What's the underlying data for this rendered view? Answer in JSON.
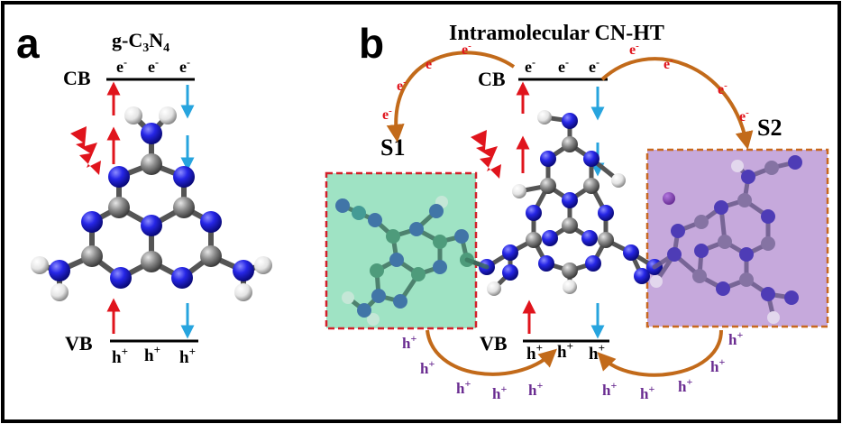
{
  "colors": {
    "border": "#000000",
    "electron": "#e0141c",
    "hole": "#6a2c91",
    "up_arrow": "#e0141c",
    "down_arrow": "#27a4de",
    "curve_arrow": "#c26a1a",
    "nitrogen": "#1f1fe0",
    "carbon": "#8a8a8a",
    "hydrogen": "#f0f0f0",
    "s1_fill": "#9fe3c4",
    "s1_border": "#d3202a",
    "s2_fill": "#c6a9dc",
    "s2_border": "#c8681e",
    "flash": "#e0141c"
  },
  "panel_a": {
    "letter": "a",
    "title_main": "g-C",
    "title_sub3": "3",
    "title_N": "N",
    "title_sub4": "4",
    "cb_label": "CB",
    "vb_label": "VB",
    "electrons": [
      "e",
      "e",
      "e"
    ],
    "electron_sup": "-",
    "holes": [
      "h",
      "h",
      "h"
    ],
    "hole_sup": "+"
  },
  "panel_b": {
    "letter": "b",
    "title": "Intramolecular CN-HT",
    "cb_label": "CB",
    "vb_label": "VB",
    "s1_label": "S1",
    "s2_label": "S2",
    "electron_sup": "-",
    "hole_sup": "+",
    "cb_electrons": [
      "e",
      "e",
      "e"
    ],
    "left_electrons": [
      "e",
      "e",
      "e",
      "e"
    ],
    "right_electrons": [
      "e",
      "e",
      "e",
      "e"
    ],
    "vb_holes": [
      "h",
      "h",
      "h"
    ],
    "left_holes": [
      "h",
      "h",
      "h",
      "h"
    ],
    "right_holes": [
      "h",
      "h",
      "h",
      "h"
    ]
  }
}
